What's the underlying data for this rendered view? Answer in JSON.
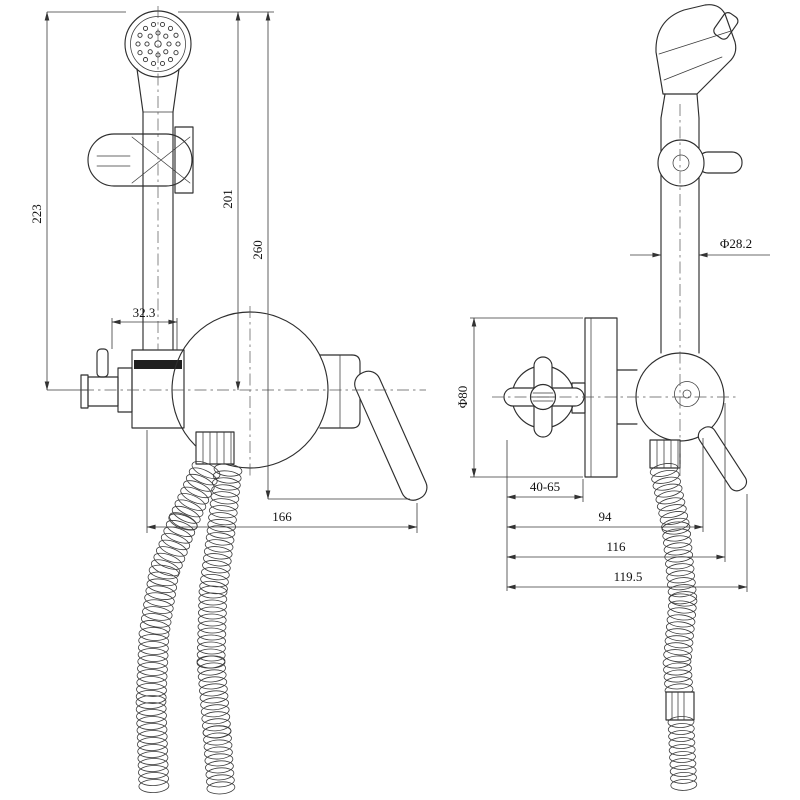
{
  "views": {
    "front": {
      "dims": {
        "total_height": "223",
        "body_height": "201",
        "overall_height": "260",
        "spout_offset": "32.3",
        "overall_width": "166"
      }
    },
    "side": {
      "dims": {
        "tube_diameter": "Φ28.2",
        "plate_diameter": "Φ80",
        "wall_depth_range": "40-65",
        "depth_a": "94",
        "depth_b": "116",
        "depth_c": "119.5"
      }
    }
  }
}
